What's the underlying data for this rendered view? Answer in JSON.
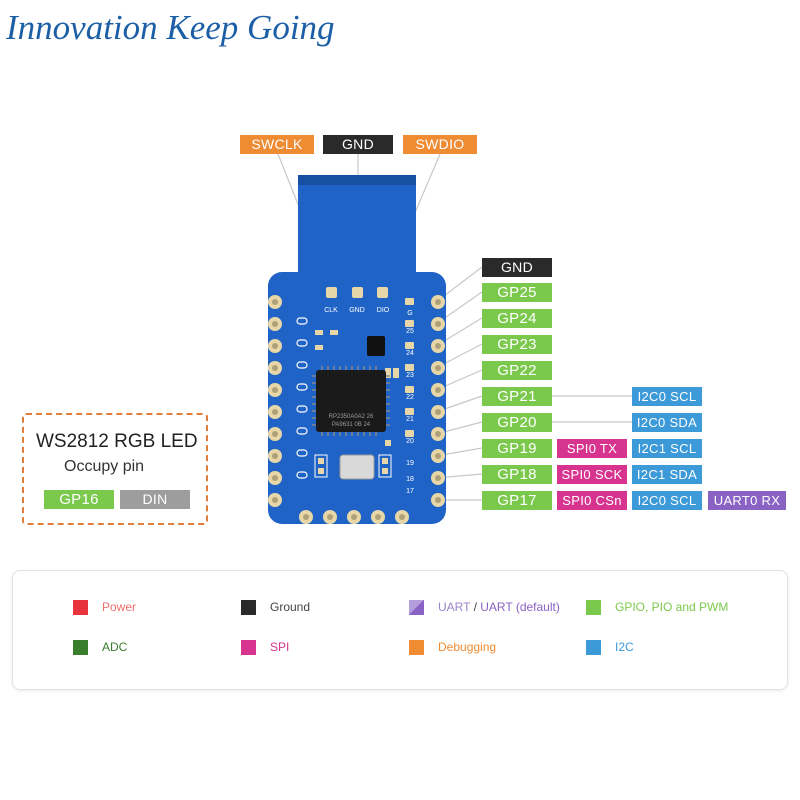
{
  "slogan": "Innovation Keep Going",
  "top_labels": [
    {
      "name": "swclk",
      "text": "SWCLK",
      "role": "debugging"
    },
    {
      "name": "gnd",
      "text": "GND",
      "role": "ground"
    },
    {
      "name": "swdio",
      "text": "SWDIO",
      "role": "debugging"
    }
  ],
  "board": {
    "debug_pads": [
      "CLK",
      "GND",
      "DIO"
    ],
    "pin_numbers": [
      "G",
      "25",
      "24",
      "23",
      "22",
      "21",
      "20",
      "19",
      "18",
      "17"
    ],
    "chip_text": [
      "RP2350A0A2 26",
      "PA9631 0B 24"
    ]
  },
  "right_pins": [
    {
      "pin": "GND",
      "functions": []
    },
    {
      "pin": "GP25",
      "functions": []
    },
    {
      "pin": "GP24",
      "functions": []
    },
    {
      "pin": "GP23",
      "functions": []
    },
    {
      "pin": "GP22",
      "functions": []
    },
    {
      "pin": "GP21",
      "functions": [
        {
          "text": "I2C0 SCL",
          "type": "i2c"
        }
      ]
    },
    {
      "pin": "GP20",
      "functions": [
        {
          "text": "I2C0 SDA",
          "type": "i2c"
        }
      ]
    },
    {
      "pin": "GP19",
      "functions": [
        {
          "text": "SPI0 TX",
          "type": "spi"
        },
        {
          "text": "I2C1 SCL",
          "type": "i2c"
        }
      ]
    },
    {
      "pin": "GP18",
      "functions": [
        {
          "text": "SPI0 SCK",
          "type": "spi"
        },
        {
          "text": "I2C1 SDA",
          "type": "i2c"
        }
      ]
    },
    {
      "pin": "GP17",
      "functions": [
        {
          "text": "SPI0 CSn",
          "type": "spi"
        },
        {
          "text": "I2C0 SCL",
          "type": "i2c"
        },
        {
          "text": "UART0 RX",
          "type": "uart"
        }
      ]
    }
  ],
  "led_box": {
    "title": "WS2812 RGB LED",
    "subtitle": "Occupy pin",
    "pin": "GP16",
    "din": "DIN"
  },
  "legend": [
    {
      "name": "power",
      "text": "Power",
      "color": "#e8323c"
    },
    {
      "name": "ground",
      "text": "Ground",
      "color": "#2a2a2a"
    },
    {
      "name": "uart",
      "text_main": "UART",
      "text_sep": " / ",
      "text_alt": "UART (default)",
      "color": "#8a62c4"
    },
    {
      "name": "gpio",
      "text": "GPIO, PIO and PWM",
      "color": "#7bc94c"
    },
    {
      "name": "adc",
      "text": "ADC",
      "color": "#3a7d2a"
    },
    {
      "name": "spi",
      "text": "SPI",
      "color": "#d6348f"
    },
    {
      "name": "debugging",
      "text": "Debugging",
      "color": "#ef8b33"
    },
    {
      "name": "i2c",
      "text": "I2C",
      "color": "#3d9ad8"
    }
  ],
  "colors": {
    "pcb": "#1f63c6",
    "pcb_dark": "#174fa3",
    "pad": "#e7d7a8",
    "green": "#7bc94c",
    "black": "#2a2a2a",
    "orange": "#ef8b33",
    "pink": "#d6348f",
    "blue": "#3d9ad8",
    "purple": "#8a62c4",
    "gray": "#9d9d9d",
    "leader": "#c8c8c8"
  }
}
